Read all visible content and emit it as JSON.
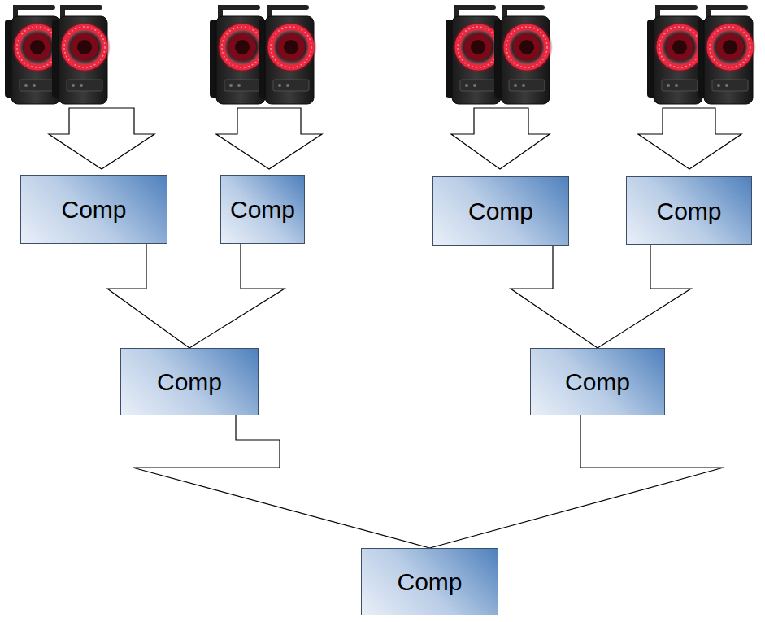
{
  "diagram": {
    "nodes": [
      {
        "text": [
          "Comp"
        ]
      },
      {
        "text": [
          "Comp"
        ]
      },
      {
        "text": [
          "Comp"
        ]
      },
      {
        "text": [
          "Comp"
        ]
      },
      {
        "text": [
          "Comp"
        ]
      },
      {
        "text": [
          "Comp"
        ]
      },
      {
        "text": [
          "Comp"
        ]
      }
    ],
    "edges": [
      {
        "from": 0,
        "to": 4,
        "arrow": "to"
      },
      {
        "from": 1,
        "to": 4,
        "arrow": "to"
      },
      {
        "from": 2,
        "to": 5,
        "arrow": "to"
      },
      {
        "from": 3,
        "to": 5,
        "arrow": "to"
      },
      {
        "from": 4,
        "to": 6,
        "arrow": "to"
      },
      {
        "from": 5,
        "to": 6,
        "arrow": "to"
      }
    ]
  }
}
